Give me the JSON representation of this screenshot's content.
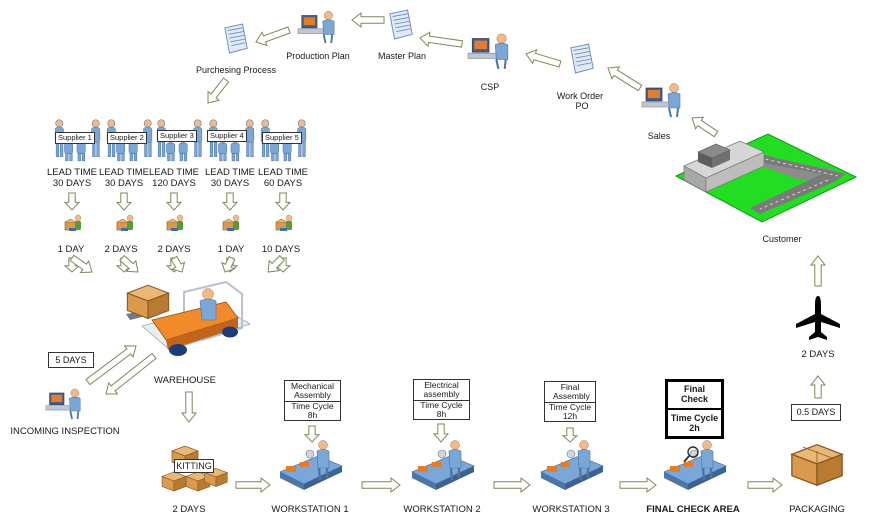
{
  "top": {
    "production_plan": "Production Plan",
    "master_plan": "Master Plan",
    "csp": "CSP",
    "work_order": "Work Order",
    "po": "PO",
    "sales": "Sales",
    "purchasing_process": "Purchesing Process",
    "customer": "Customer"
  },
  "suppliers": [
    {
      "name": "Supplier 1",
      "lead_label": "LEAD TIME",
      "lead_days": "30 DAYS",
      "transit": "1 DAY"
    },
    {
      "name": "Supplier 2",
      "lead_label": "LEAD TIME",
      "lead_days": "30 DAYS",
      "transit": "2 DAYS"
    },
    {
      "name": "Supplier 3",
      "lead_label": "LEAD TIME",
      "lead_days": "120 DAYS",
      "transit": "2 DAYS"
    },
    {
      "name": "Supplier 4",
      "lead_label": "LEAD TIME",
      "lead_days": "30 DAYS",
      "transit": "1 DAY"
    },
    {
      "name": "Supplier 5",
      "lead_label": "LEAD TIME",
      "lead_days": "60 DAYS",
      "transit": "10 DAYS"
    }
  ],
  "warehouse": {
    "label": "WAREHOUSE",
    "inspection_days": "5 DAYS",
    "incoming_inspection": "INCOMING INSPECTION"
  },
  "kitting": {
    "label": "KITTING",
    "days": "2 DAYS"
  },
  "workstations": [
    {
      "title": "Mechanical Assembly",
      "cycle_label": "Time Cycle",
      "cycle": "8h",
      "name": "WORKSTATION 1"
    },
    {
      "title": "Electrical assembly",
      "cycle_label": "Time Cycle",
      "cycle": "8h",
      "name": "WORKSTATION 2"
    },
    {
      "title": "Final Assembly",
      "cycle_label": "Time Cycle",
      "cycle": "12h",
      "name": "WORKSTATION 3"
    }
  ],
  "final_check": {
    "title": "Final Check",
    "cycle_label": "Time Cycle",
    "cycle": "2h",
    "name": "FINAL CHECK AREA"
  },
  "packaging": {
    "days": "0.5 DAYS",
    "name": "PACKAGING"
  },
  "shipping": {
    "days": "2 DAYS"
  },
  "colors": {
    "arrow_fill": "#ffffff",
    "arrow_stroke": "#7a8a5a",
    "grass": "#22dd22",
    "skin": "#f1b98a",
    "shirt": "#7aa7d8",
    "box": "#d99a4e",
    "orange": "#f08a2a",
    "navy": "#1f3c7a"
  },
  "icons": {
    "document": "document-icon",
    "worker": "worker-at-desk-icon",
    "supplier_group": "supplier-group-icon",
    "transit": "delivery-worker-icon",
    "forklift": "forklift-icon",
    "boxes": "boxes-icon",
    "plane": "airplane-icon",
    "factory": "factory-building-icon"
  }
}
